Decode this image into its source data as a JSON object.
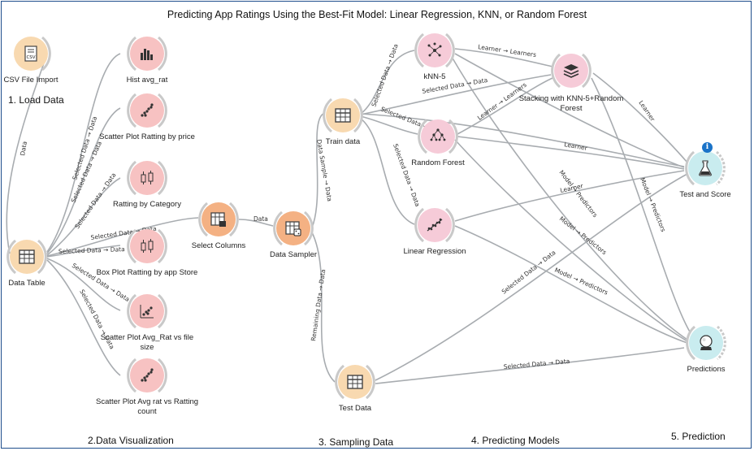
{
  "title": "Predicting App Ratings Using the Best-Fit Model: Linear Regression, KNN, or Random Forest",
  "sections": {
    "load": "1. Load Data",
    "viz": "2.Data Visualization",
    "sampling": "3. Sampling Data",
    "models": "4. Predicting Models",
    "prediction": "5. Prediction"
  },
  "nodes": {
    "csv": {
      "label": "CSV File Import",
      "icon": "csv-file-icon"
    },
    "datatable": {
      "label": "Data Table",
      "icon": "table-icon"
    },
    "hist": {
      "label": "Hist avg_rat",
      "icon": "histogram-icon"
    },
    "scatter1": {
      "label": "Scatter Plot Ratting by price",
      "icon": "scatter-plot-icon"
    },
    "ratcat": {
      "label": "Ratting by Category",
      "icon": "box-plot-icon"
    },
    "boxplot": {
      "label": "Box Plot Ratting by app Store",
      "icon": "box-plot-icon"
    },
    "scatter2": {
      "label": "Scatter Plot Avg_Rat vs file size",
      "icon": "scatter-plot-icon"
    },
    "scatter3": {
      "label": "Scatter Plot Avg rat vs Ratting count",
      "icon": "scatter-plot-icon"
    },
    "selectcols": {
      "label": "Select Columns",
      "icon": "select-columns-icon"
    },
    "sampler": {
      "label": "Data Sampler",
      "icon": "data-sampler-icon"
    },
    "train": {
      "label": "Train data",
      "icon": "table-icon"
    },
    "test": {
      "label": "Test Data",
      "icon": "table-icon"
    },
    "knn": {
      "label": "kNN-5",
      "icon": "knn-icon"
    },
    "rf": {
      "label": "Random Forest",
      "icon": "random-forest-icon"
    },
    "lr": {
      "label": "Linear Regression",
      "icon": "linear-regression-icon"
    },
    "stack": {
      "label": "Stacking with KNN-5+Random Forest",
      "icon": "stack-icon"
    },
    "testscore": {
      "label": "Test and Score",
      "icon": "flask-icon"
    },
    "predictions": {
      "label": "Predictions",
      "icon": "crystal-ball-icon"
    }
  },
  "links": {
    "data": "Data",
    "selected_data": "Selected Data → Data",
    "data_sample": "Data Sample → Data",
    "remaining": "Remaining Data → Data",
    "learner_learners": "Learner → Learners",
    "learner": "Learner",
    "model_predictors": "Model → Predictors"
  },
  "info_badge": "i"
}
